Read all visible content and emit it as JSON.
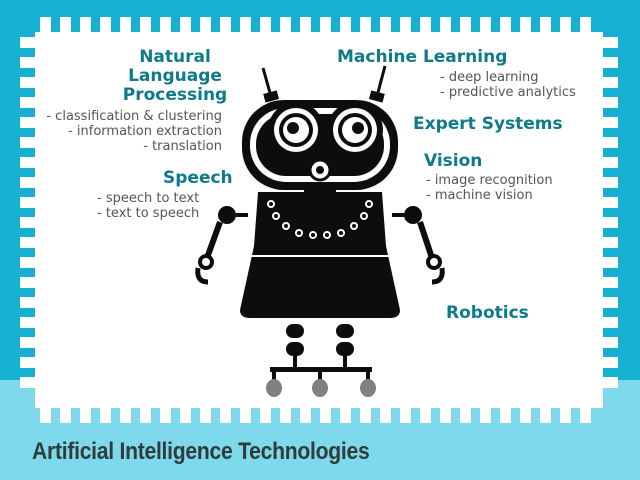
{
  "colors": {
    "background_top": "#16b1d1",
    "background_bottom": "#7fd9ec",
    "frame": "#ffffff",
    "heading": "#0e7a8a",
    "bullet_text": "#555555",
    "robot": "#0d0d0d",
    "title": "#2e3d3b"
  },
  "title": "Artificial Intelligence Technologies",
  "categories": {
    "nlp": {
      "label_lines": [
        "Natural",
        "Language",
        "Processing"
      ],
      "items": [
        "- classification & clustering",
        "- information extraction",
        "- translation"
      ]
    },
    "machine_learning": {
      "label": "Machine Learning",
      "items": [
        "- deep learning",
        "- predictive analytics"
      ]
    },
    "expert_systems": {
      "label": "Expert Systems"
    },
    "vision": {
      "label": "Vision",
      "items": [
        "- image recognition",
        "- machine vision"
      ]
    },
    "speech": {
      "label": "Speech",
      "items": [
        "- speech to text",
        "- text to speech"
      ]
    },
    "robotics": {
      "label": "Robotics"
    }
  },
  "icon": "robot-illustration"
}
